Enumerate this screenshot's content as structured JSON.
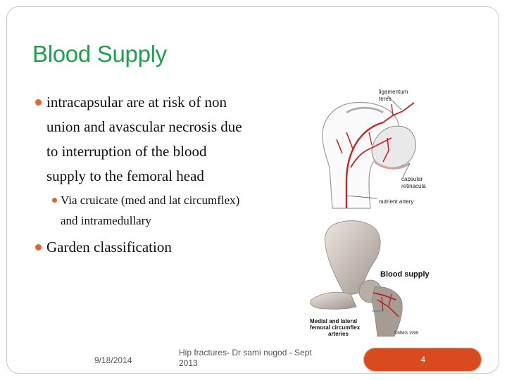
{
  "slide": {
    "title": "Blood Supply",
    "bullets": [
      {
        "text": "intracapsular are at risk of non union and avascular necrosis due to interruption of the blood supply to the femoral head",
        "sub": [
          "Via cruicate (med and lat circumflex) and intramedullary"
        ]
      },
      {
        "text": "Garden classification",
        "sub": []
      }
    ],
    "figure_top": {
      "labels": {
        "ligamentum": "ligamentum",
        "teres": "teres",
        "capsular": "capsular",
        "retinacula": "retinacula",
        "nutrient": "nutrient artery"
      }
    },
    "figure_bottom": {
      "labels": {
        "blood_supply": "Blood supply",
        "medial": "Medial and lateral",
        "femoral": "femoral circumflex",
        "arteries": "arteries",
        "copyright": "©MMG 1999"
      }
    }
  },
  "footer": {
    "date": "9/18/2014",
    "text": "Hip fractures- Dr sami nugod - Sept 2013",
    "page": "4"
  },
  "colors": {
    "title": "#1aa34a",
    "bullet": "#e8622a",
    "pill": "#d94a1e",
    "artery": "#d42020"
  }
}
